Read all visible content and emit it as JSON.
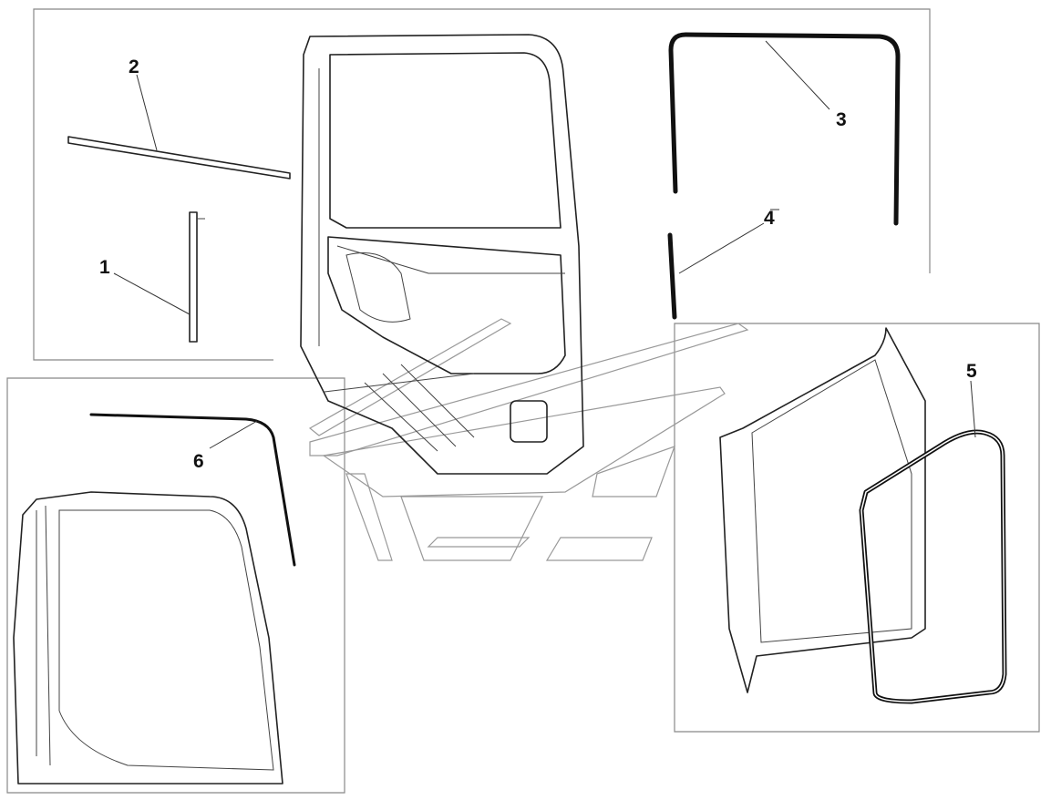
{
  "diagram": {
    "type": "exploded parts diagram - cab door seals",
    "callouts": [
      {
        "id": "1",
        "label": "1"
      },
      {
        "id": "2",
        "label": "2"
      },
      {
        "id": "3",
        "label": "3"
      },
      {
        "id": "4",
        "label": "4"
      },
      {
        "id": "5",
        "label": "5"
      },
      {
        "id": "6",
        "label": "6"
      }
    ],
    "colors": {
      "line": "#222222",
      "frame": "#888888",
      "background": "#ffffff"
    }
  }
}
